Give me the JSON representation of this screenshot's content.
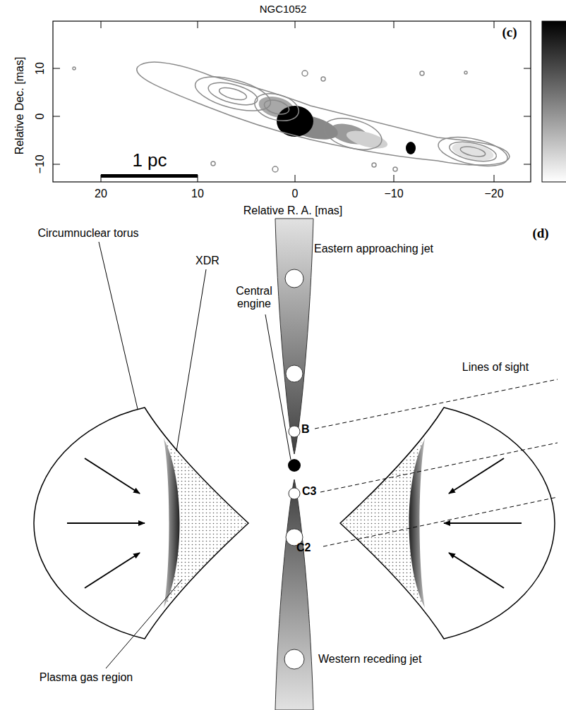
{
  "diagram": {
    "title": "NGC1052",
    "nodes": [
      {
        "text": [
          "Eastern approaching jet"
        ]
      },
      {
        "text": [
          "B"
        ],
        "in": 0
      },
      {
        "text": [
          "Western receding jet"
        ]
      },
      {
        "text": [
          "C3"
        ],
        "in": 2
      },
      {
        "text": [
          "C2"
        ],
        "in": 2
      }
    ],
    "labels": [
      "(c)",
      "10",
      "0",
      "−10",
      "20",
      "10",
      "0",
      "−10",
      "−20",
      "Relative Dec. [mas]",
      "Relative R. A. [mas]",
      "1 pc",
      "(d)",
      "Circumnuclear torus",
      "XDR",
      "Central engine",
      "Lines of sight",
      "Plasma gas region"
    ]
  }
}
